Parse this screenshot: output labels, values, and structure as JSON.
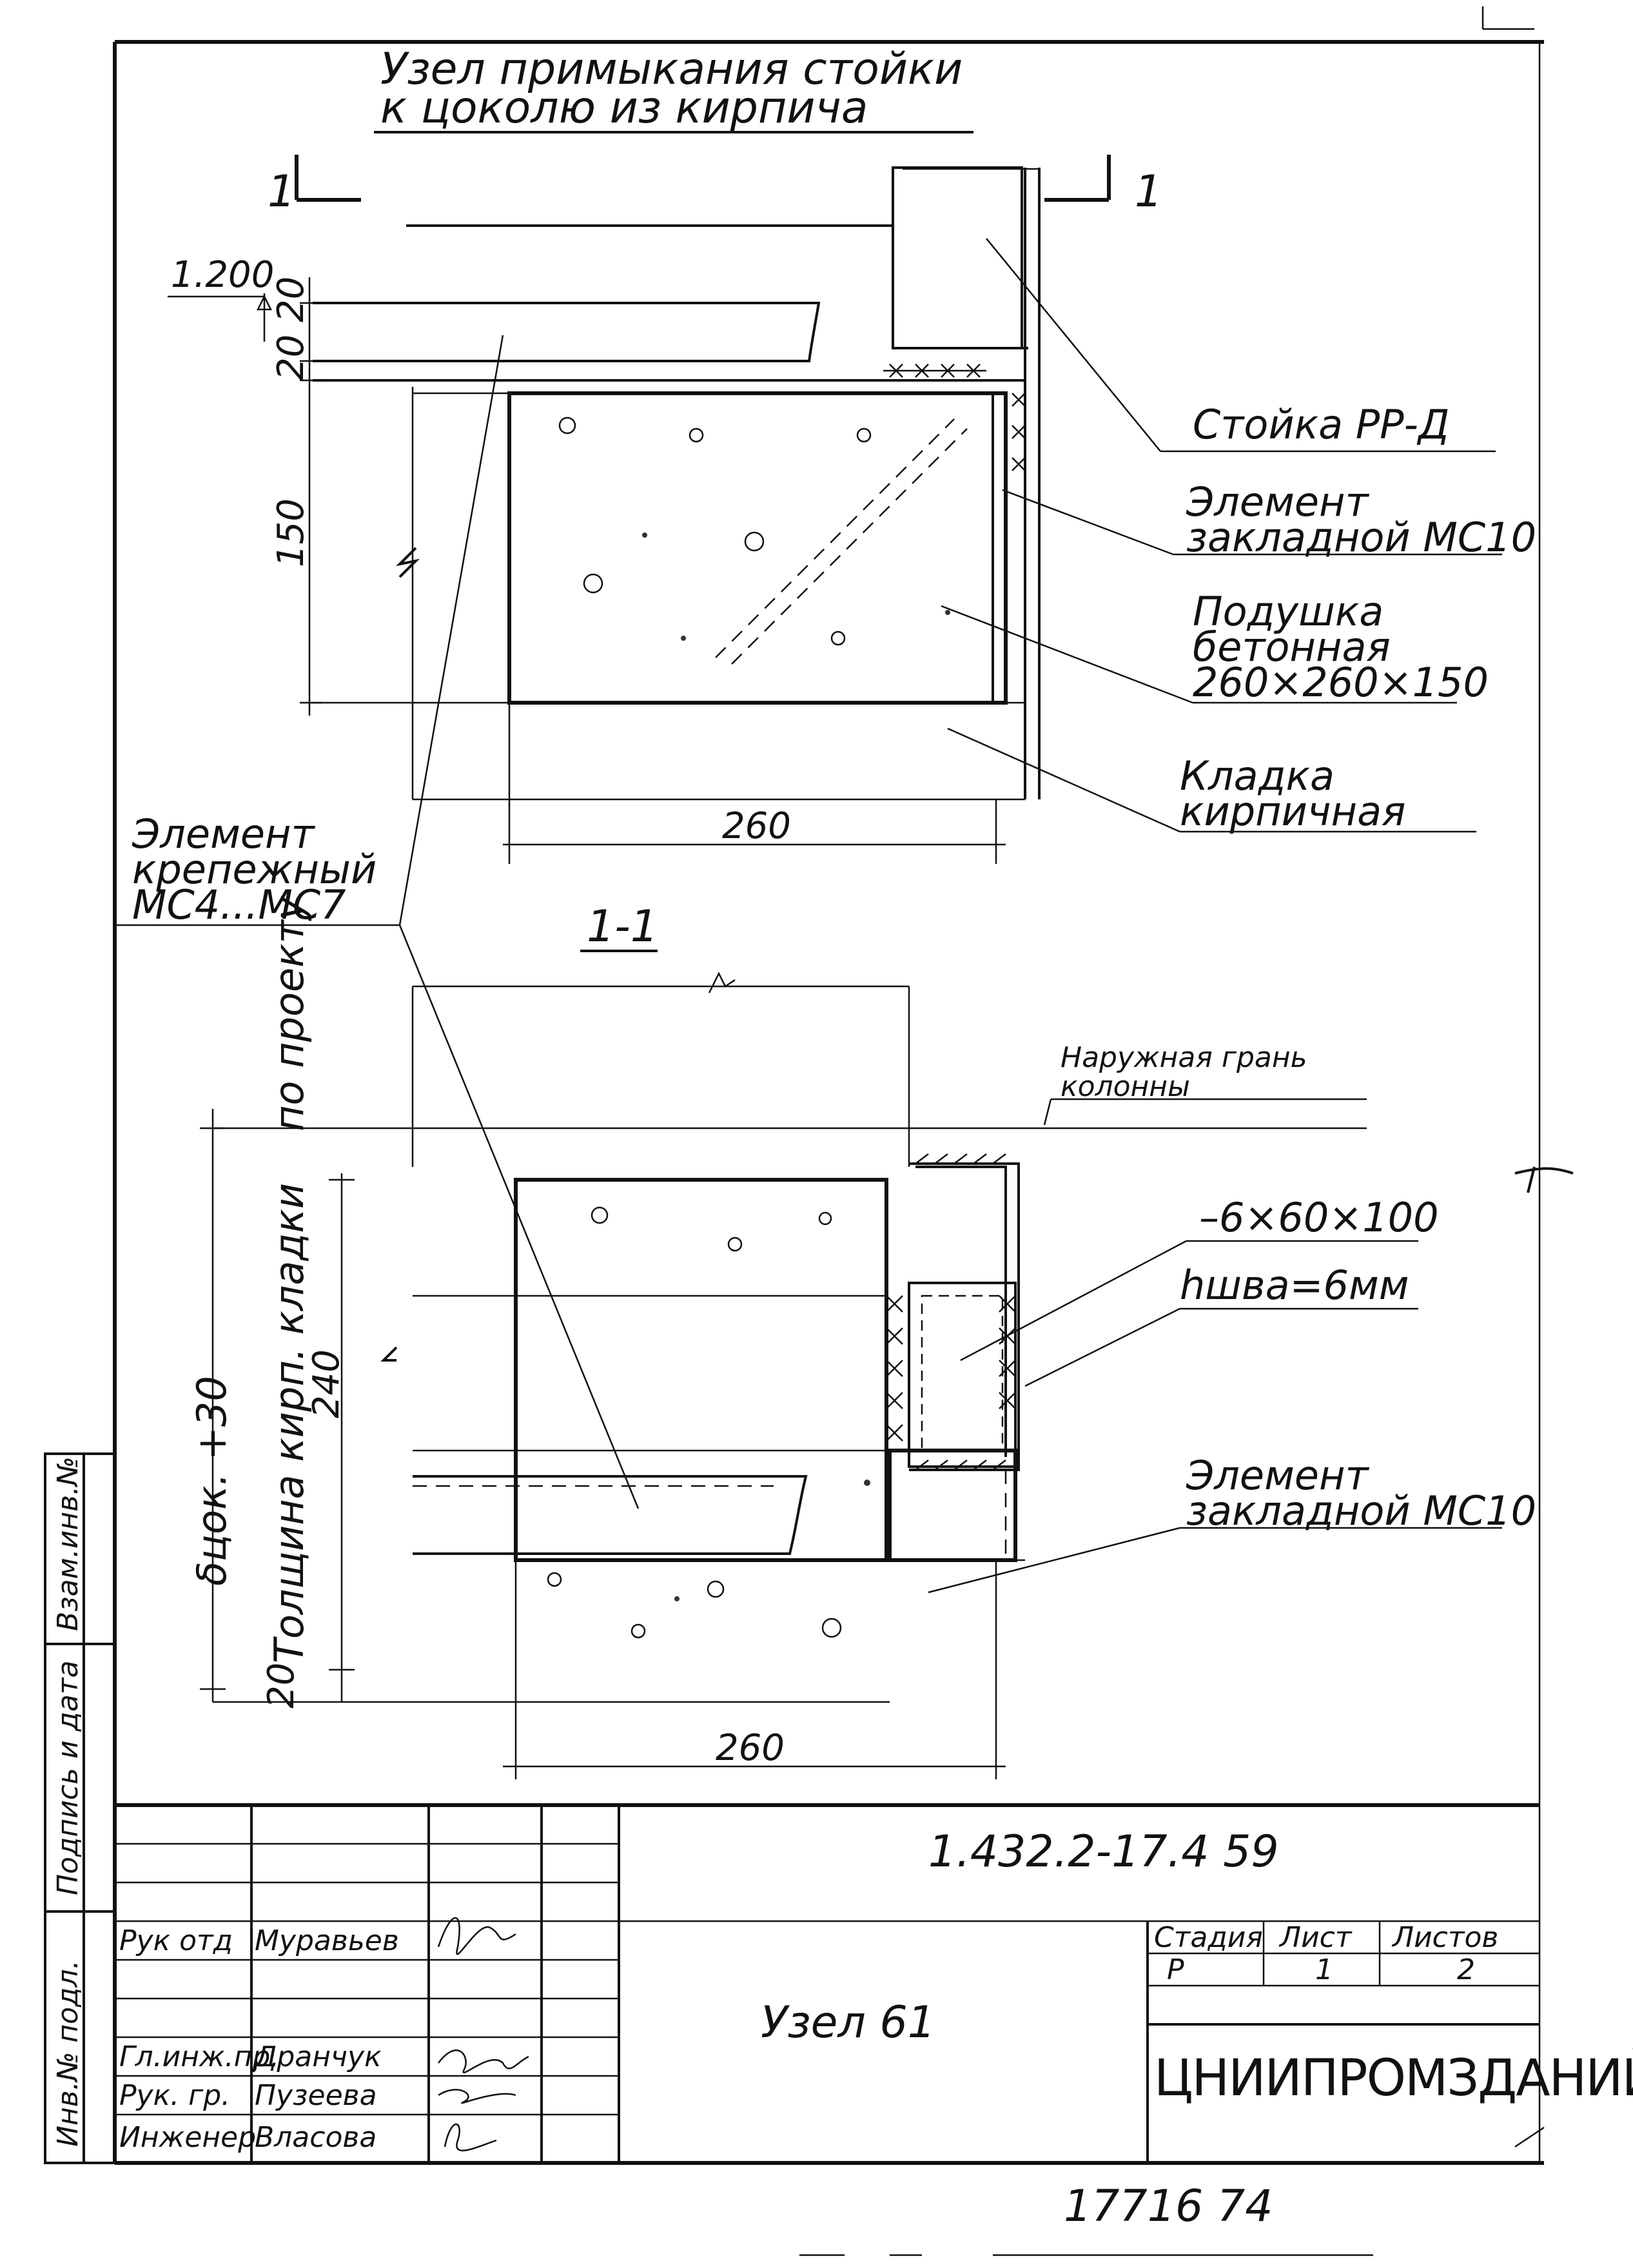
{
  "title": {
    "line1": "Узел примыкания стойки",
    "line2": "к цоколю из кирпича"
  },
  "plan": {
    "section_mark": "1",
    "elevation": "1.200",
    "dims": {
      "top": "20",
      "mid": "20",
      "height": "150",
      "width": "260"
    },
    "labels": {
      "post": "Стойка РР-Д",
      "embedded1": "Элемент",
      "embedded2": "закладной МС10",
      "pad1": "Подушка",
      "pad2": "бетонная",
      "pad3": "260×260×150",
      "masonry1": "Кладка",
      "masonry2": "кирпичная",
      "fastener1": "Элемент",
      "fastener2": "крепежный",
      "fastener3": "МС4...МС7"
    }
  },
  "section": {
    "title": "1-1",
    "outer_face1": "Наружная грань",
    "outer_face2": "колонны",
    "plate": "–6×60×100",
    "weld": "hшва=6мм",
    "embedded1": "Элемент",
    "embedded2": "закладной МС10",
    "dims": {
      "vertical_text": "δцок. +30",
      "vertical_text2": "Толщина кирп. кладки",
      "vertical_text3": "по проекту",
      "d240": "240",
      "d20": "20",
      "width": "260"
    }
  },
  "side_stamp": {
    "c1": "Инв.№ подл.",
    "c2": "Подпись и дата",
    "c3": "Взам.инв.№"
  },
  "title_block": {
    "doc_code": "1.432.2-17.4 59",
    "drawing_name": "Узел 61",
    "stage_label": "Стадия",
    "sheet_label": "Лист",
    "sheets_label": "Листов",
    "stage": "Р",
    "sheet": "1",
    "sheets": "2",
    "organization": "ЦНИИПРОМЗДАНИЙ",
    "signatures": [
      {
        "role": "Рук отд",
        "name": "Муравьев"
      },
      {
        "role": "Гл.инж.пр.",
        "name": "Дранчук"
      },
      {
        "role": "Рук. гр.",
        "name": "Пузеева"
      },
      {
        "role": "Инженер",
        "name": "Власова"
      }
    ]
  },
  "inventory_number": "17716 74"
}
